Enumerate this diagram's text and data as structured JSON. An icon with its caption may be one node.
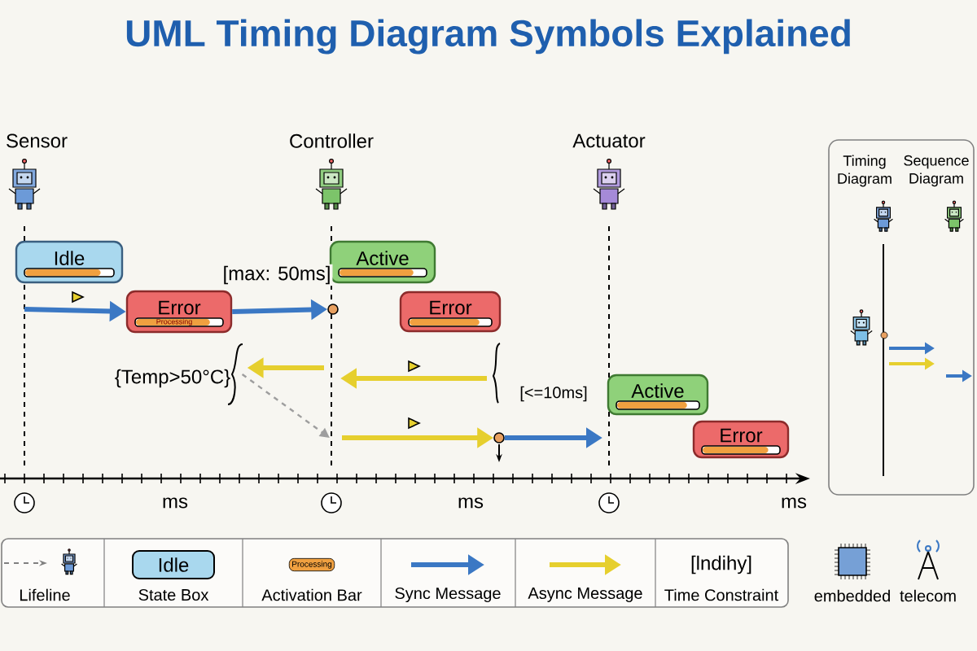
{
  "diagram": {
    "title": "UML Timing Diagram Symbols Explained",
    "nodes": [
      {
        "text": [
          "Sensor"
        ]
      },
      {
        "text": [
          "Controller"
        ]
      },
      {
        "text": [
          "Actuator"
        ]
      },
      {
        "text": [
          "Idle"
        ]
      },
      {
        "text": [
          "Error",
          "Processing"
        ]
      },
      {
        "text": [
          "Active"
        ]
      },
      {
        "text": [
          "Error"
        ]
      },
      {
        "text": [
          "{Temp>50°C}"
        ]
      },
      {
        "text": [
          "Active"
        ]
      },
      {
        "text": [
          "Error"
        ]
      },
      {
        "text": [],
        "shape": "circle"
      },
      {
        "text": [],
        "shape": "circle"
      },
      {
        "text": [
          "Timing Diagram"
        ]
      },
      {
        "text": [
          "Sequence Diagram"
        ]
      }
    ],
    "edges": [
      {
        "from": null,
        "to": 4,
        "arrow": "to"
      },
      {
        "from": 4,
        "to": 10,
        "arrow": "to",
        "label": "[max: 50ms]"
      },
      {
        "from": null,
        "to": 7,
        "arrow": "to",
        "color": "#e6cf2e"
      },
      {
        "from": 7,
        "to": null,
        "arrow": "to",
        "style": "dashed",
        "color": "#9e9e9e"
      },
      {
        "from": null,
        "to": 11,
        "arrow": "to",
        "color": "#e6cf2e"
      },
      {
        "from": 11,
        "to": null,
        "arrow": "to"
      }
    ],
    "labels": [
      "[<=10ms]",
      "ms",
      "ms",
      "ms",
      "Idle",
      "Processing",
      "[lndihy]",
      "embedded",
      "telecom"
    ],
    "legend": [
      {
        "text": "Lifeline"
      },
      {
        "text": "State Box"
      },
      {
        "text": "Activation Bar"
      },
      {
        "text": "Sync Message"
      },
      {
        "text": "Async Message"
      },
      {
        "text": "Time Constraint"
      }
    ]
  }
}
